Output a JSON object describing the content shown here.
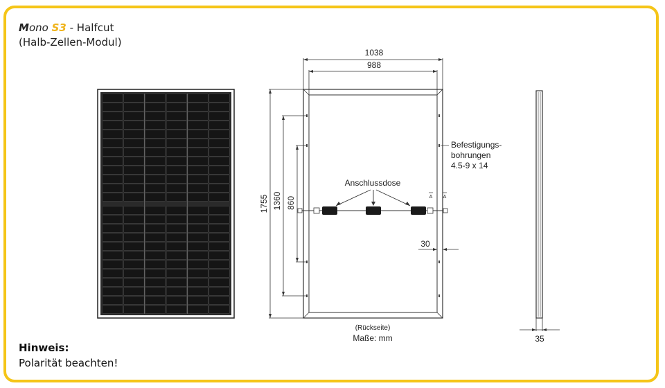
{
  "header": {
    "title_mono_m": "M",
    "title_mono_rest": "ono",
    "title_model": "S3",
    "title_suffix": " - Halfcut",
    "subtitle": "(Halb-Zellen-Modul)"
  },
  "note": {
    "heading": "Hinweis:",
    "text": "Polarität beachten!"
  },
  "drawing": {
    "dim_width_outer": "1038",
    "dim_width_inner": "988",
    "dim_height_total": "1755",
    "dim_height_1360": "1360",
    "dim_height_860": "860",
    "dim_30": "30",
    "dim_thickness": "35",
    "junction_box_label": "Anschlussdose",
    "mount_holes_line1": "Befestigungs-",
    "mount_holes_line2": "bohrungen",
    "mount_holes_line3": "4.5-9 x 14",
    "back_side_label": "(Rückseite)",
    "units_label": "Maße: mm",
    "section_mark": "A"
  },
  "colors": {
    "accent": "#f5c518",
    "model": "#f0b41c"
  }
}
